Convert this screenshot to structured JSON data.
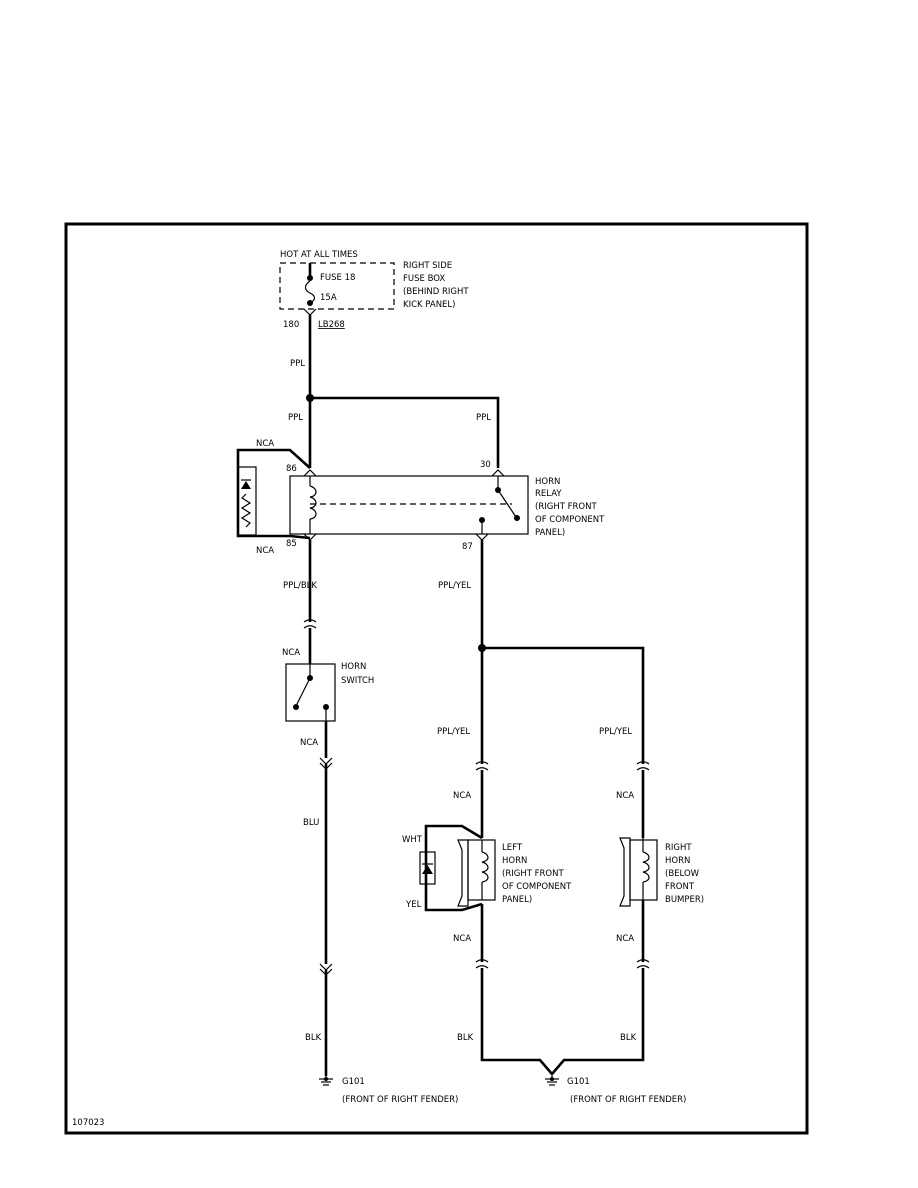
{
  "power": {
    "hot_label": "HOT AT ALL TIMES",
    "fuse_label": "FUSE 18",
    "fuse_rating": "15A",
    "fuse_box_lines": [
      "RIGHT SIDE",
      "FUSE BOX",
      "(BEHIND RIGHT",
      "KICK PANEL)"
    ],
    "circuit_no": "180",
    "ref": "LB268"
  },
  "wires": {
    "ppl_1": "PPL",
    "ppl_2": "PPL",
    "ppl_3": "PPL",
    "ppl_blk": "PPL/BLK",
    "ppl_yel_1": "PPL/YEL",
    "ppl_yel_2": "PPL/YEL",
    "ppl_yel_3": "PPL/YEL",
    "blu": "BLU",
    "blk_1": "BLK",
    "blk_2": "BLK",
    "blk_3": "BLK",
    "wht": "WHT",
    "yel": "YEL"
  },
  "connectors": {
    "nca_relay_top": "NCA",
    "nca_relay_bottom": "NCA",
    "nca_switch_top": "NCA",
    "nca_switch_bottom": "NCA",
    "nca_left_top": "NCA",
    "nca_left_bottom": "NCA",
    "nca_right_top": "NCA",
    "nca_right_bottom": "NCA"
  },
  "relay": {
    "pin_86": "86",
    "pin_85": "85",
    "pin_30": "30",
    "pin_87": "87",
    "label_lines": [
      "HORN",
      "RELAY",
      "(RIGHT FRONT",
      "OF COMPONENT",
      "PANEL)"
    ]
  },
  "horn_switch": {
    "label_lines": [
      "HORN",
      "SWITCH"
    ]
  },
  "left_horn": {
    "label_lines": [
      "LEFT",
      "HORN",
      "(RIGHT FRONT",
      "OF COMPONENT",
      "PANEL)"
    ]
  },
  "right_horn": {
    "label_lines": [
      "RIGHT",
      "HORN",
      "(BELOW",
      "FRONT",
      "BUMPER)"
    ]
  },
  "grounds": {
    "left_id": "G101",
    "left_location": "(FRONT OF RIGHT FENDER)",
    "right_id": "G101",
    "right_location": "(FRONT OF RIGHT FENDER)"
  },
  "figure_id": "107023"
}
